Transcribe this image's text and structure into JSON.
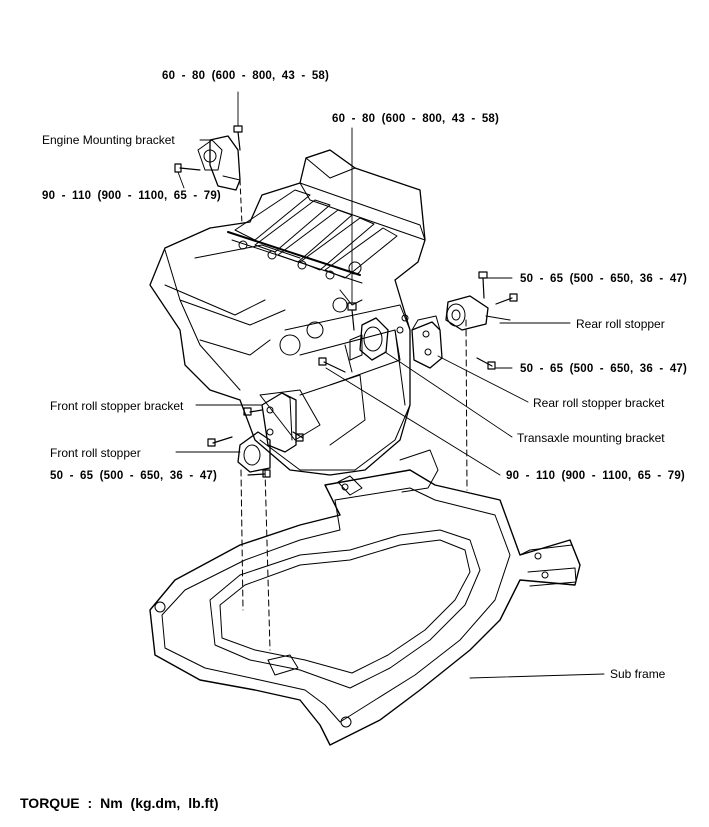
{
  "torques": {
    "t1": "60  -  80    (600  -  800,  43  -  58)",
    "t2": "60  -  80  (600  -  800,  43  -  58)",
    "t3": "90  -  110  (900  -  1100,  65  -  79)",
    "t4": "50  -  65  (500  -  650,  36  -  47)",
    "t5": "50  -  65  (500  -  650,  36  -  47)",
    "t6": "50  -  65  (500  -  650,  36  -  47)",
    "t7": "90  -  110  (900  -  1100,  65  -  79)"
  },
  "labels": {
    "engine_mounting_bracket": "Engine Mounting bracket",
    "rear_roll_stopper": "Rear roll stopper",
    "rear_roll_stopper_bracket": "Rear roll stopper bracket",
    "transaxle_mounting_bracket": "Transaxle mounting bracket",
    "front_roll_stopper_bracket": "Front roll stopper bracket",
    "front_roll_stopper": "Front roll stopper",
    "sub_frame": "Sub frame"
  },
  "footer": {
    "torque_units": "TORQUE  :  Nm  (kg.dm,  lb.ft)"
  }
}
